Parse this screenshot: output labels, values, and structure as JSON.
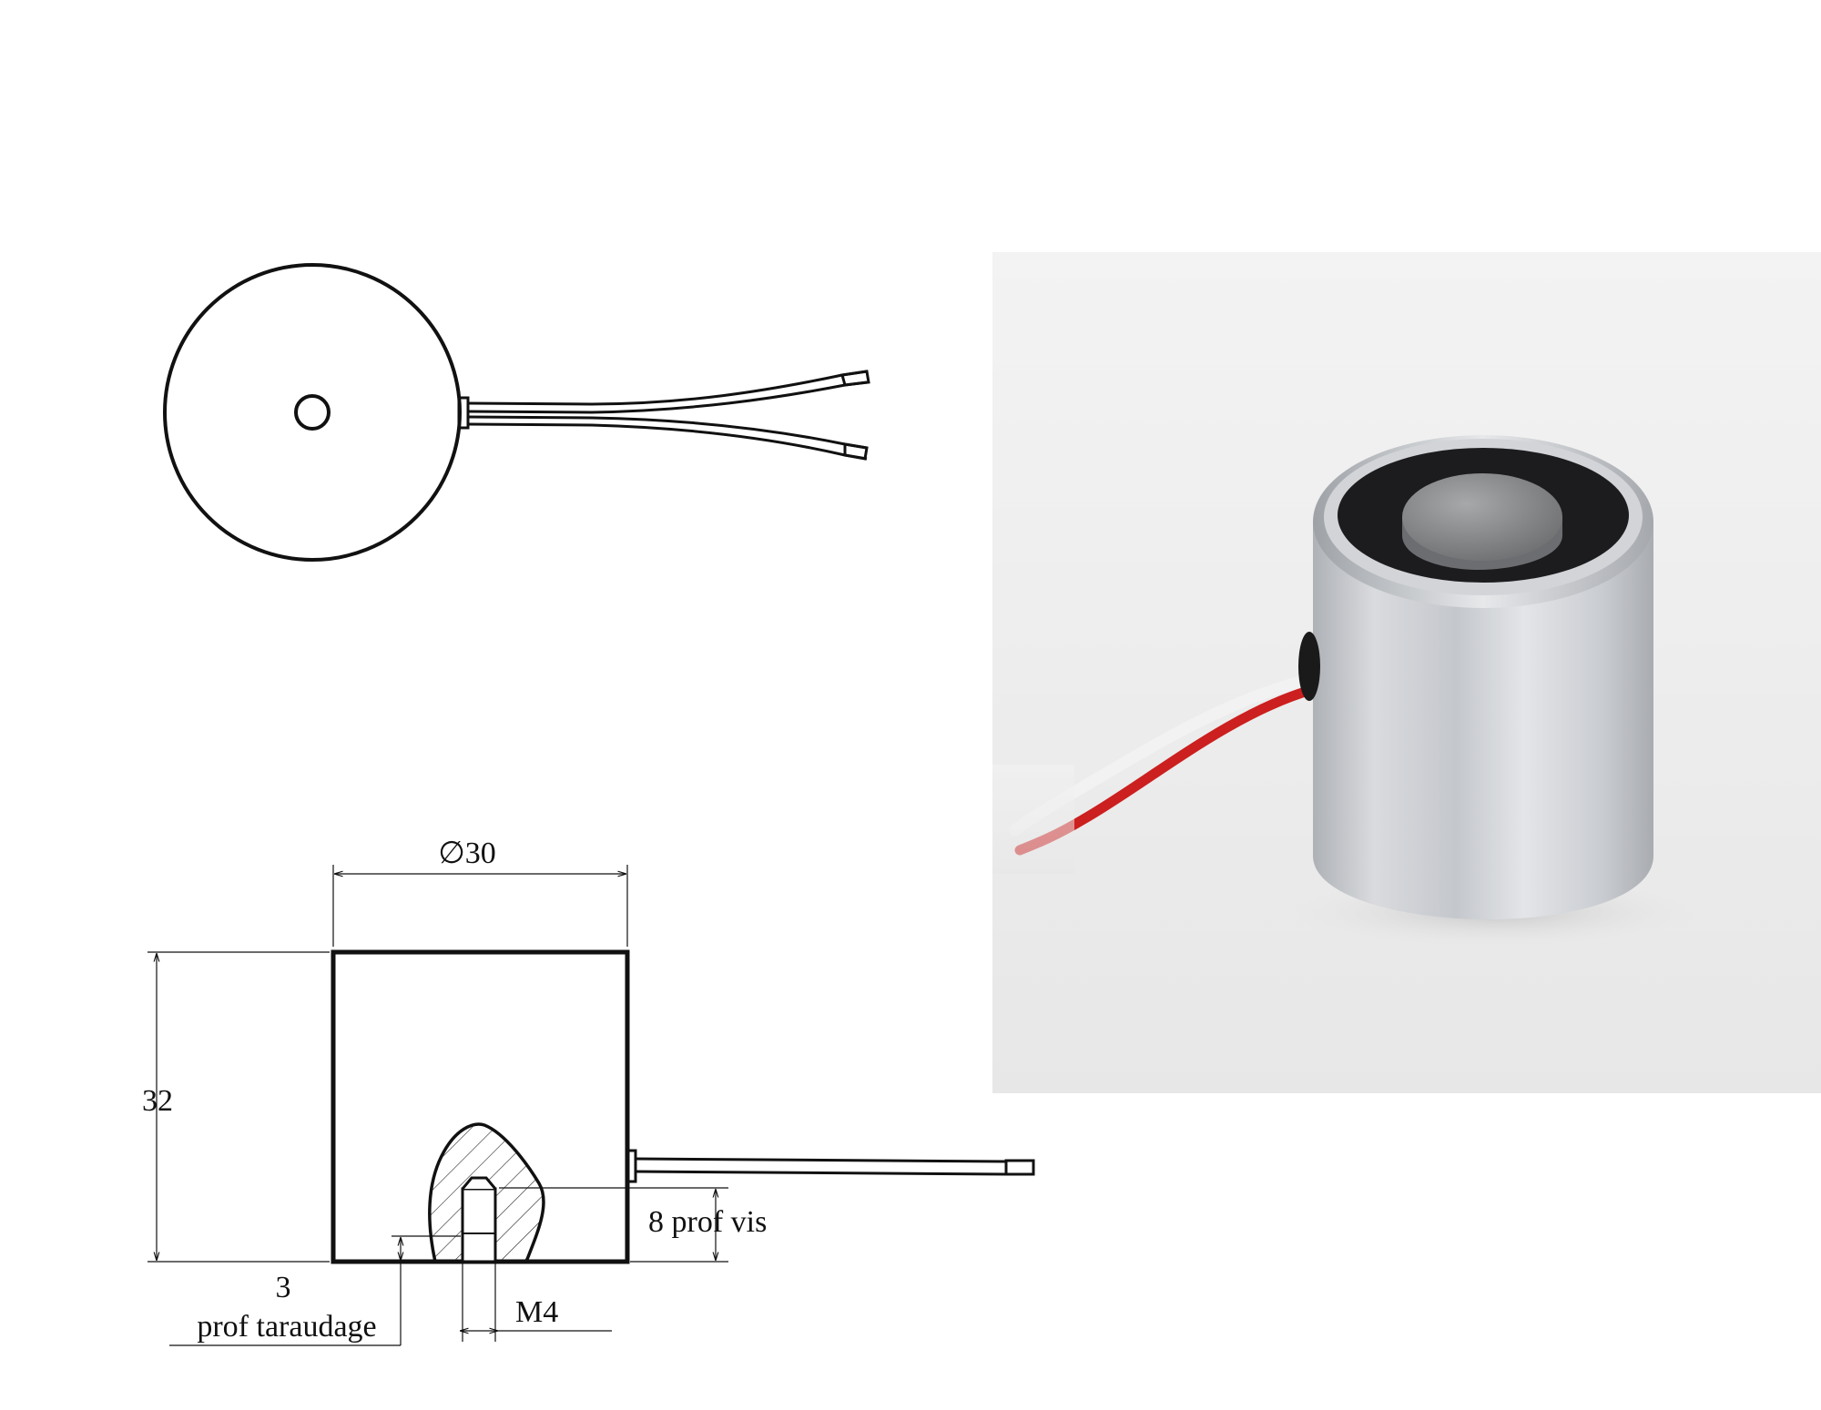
{
  "drawing": {
    "width_label": "∅30",
    "height_label": "32",
    "thread_depth_label": "3",
    "thread_depth_caption": "prof taraudage",
    "screw_depth_label": "8 prof vis",
    "thread_size_label": "M4"
  },
  "photo": {
    "subject": "cylindrical electromagnet with red and white lead wires",
    "colors": {
      "background": "#ececec",
      "body_metal": "#c9ccd1",
      "core_disc": "#8c8d8f",
      "potting": "#1c1c1e",
      "wire_red": "#cc1f1f",
      "wire_white": "#f2f2f2"
    }
  }
}
